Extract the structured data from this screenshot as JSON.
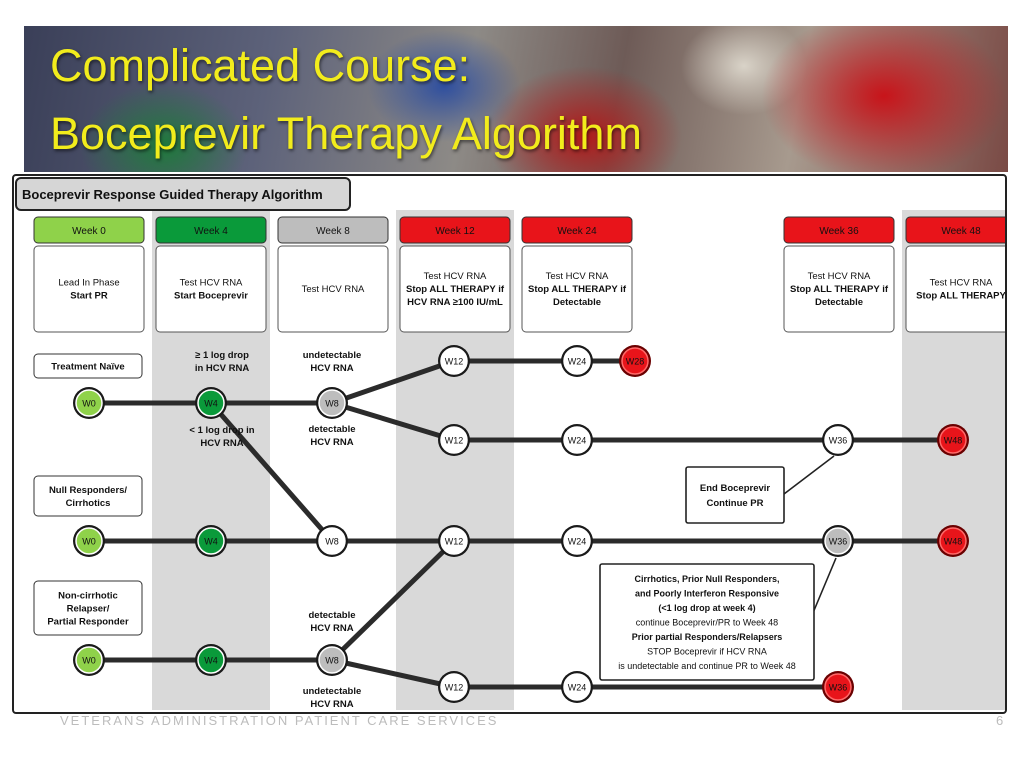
{
  "slide": {
    "title_line1": "Complicated Course:",
    "title_line2": "Boceprevir Therapy Algorithm",
    "footer_text": "VETERANS ADMINISTRATION PATIENT CARE SERVICES",
    "page_number": "6"
  },
  "colors": {
    "title": "#f2ec1c",
    "light_green": "#8fd24a",
    "dark_green": "#0a9a3a",
    "gray": "#bdbdbd",
    "red": "#e8141a",
    "column_shade": "#d9d9d9"
  },
  "diagram": {
    "heading": "Boceprevir Response Guided Therapy Algorithm",
    "weeks": [
      {
        "label": "Week 0",
        "color": "light_green",
        "lines": [
          {
            "t": "Lead In Phase",
            "b": false
          },
          {
            "t": "Start PR",
            "b": true
          }
        ]
      },
      {
        "label": "Week 4",
        "color": "dark_green",
        "lines": [
          {
            "t": "Test HCV RNA",
            "b": false
          },
          {
            "t": "Start Boceprevir",
            "b": true
          }
        ]
      },
      {
        "label": "Week 8",
        "color": "gray",
        "lines": [
          {
            "t": "Test HCV RNA",
            "b": false
          }
        ]
      },
      {
        "label": "Week 12",
        "color": "red",
        "lines": [
          {
            "t": "Test HCV RNA",
            "b": false
          },
          {
            "t": "Stop ALL THERAPY if",
            "b": true
          },
          {
            "t": "HCV RNA ≥100 IU/mL",
            "b": true
          }
        ]
      },
      {
        "label": "Week 24",
        "color": "red",
        "lines": [
          {
            "t": "Test HCV RNA",
            "b": false
          },
          {
            "t": "Stop ALL THERAPY if",
            "b": true
          },
          {
            "t": "Detectable",
            "b": true
          }
        ]
      },
      {
        "label": "Week 36",
        "color": "red",
        "lines": [
          {
            "t": "Test HCV RNA",
            "b": false
          },
          {
            "t": "Stop ALL THERAPY if",
            "b": true
          },
          {
            "t": "Detectable",
            "b": true
          }
        ]
      },
      {
        "label": "Week 48",
        "color": "red",
        "lines": [
          {
            "t": "Test HCV RNA",
            "b": false
          },
          {
            "t": "Stop ALL THERAPY",
            "b": true
          }
        ]
      }
    ],
    "groups": [
      {
        "lines": [
          "Treatment Naïve"
        ]
      },
      {
        "lines": [
          "Null Responders/",
          "Cirrhotics"
        ]
      },
      {
        "lines": [
          "Non-cirrhotic",
          "Relapser/",
          "Partial Responder"
        ]
      }
    ],
    "nodes": [
      {
        "id": "n1_w0",
        "label": "W0",
        "fill": "light_green"
      },
      {
        "id": "n1_w4",
        "label": "W4",
        "fill": "dark_green"
      },
      {
        "id": "n1_w8",
        "label": "W8",
        "fill": "gray"
      },
      {
        "id": "n1a_w12",
        "label": "W12",
        "fill": "white"
      },
      {
        "id": "n1a_w24",
        "label": "W24",
        "fill": "white"
      },
      {
        "id": "n1a_w28",
        "label": "W28",
        "fill": "red"
      },
      {
        "id": "n1b_w12",
        "label": "W12",
        "fill": "white"
      },
      {
        "id": "n1b_w24",
        "label": "W24",
        "fill": "white"
      },
      {
        "id": "n1b_w36",
        "label": "W36",
        "fill": "white"
      },
      {
        "id": "n1b_w48",
        "label": "W48",
        "fill": "red"
      },
      {
        "id": "n2_w0",
        "label": "W0",
        "fill": "light_green"
      },
      {
        "id": "n2_w4",
        "label": "W4",
        "fill": "dark_green"
      },
      {
        "id": "n2_w8",
        "label": "W8",
        "fill": "white"
      },
      {
        "id": "n2_w12",
        "label": "W12",
        "fill": "white"
      },
      {
        "id": "n2_w24",
        "label": "W24",
        "fill": "white"
      },
      {
        "id": "n2_w36",
        "label": "W36",
        "fill": "gray"
      },
      {
        "id": "n2_w48",
        "label": "W48",
        "fill": "red"
      },
      {
        "id": "n3_w0",
        "label": "W0",
        "fill": "light_green"
      },
      {
        "id": "n3_w4",
        "label": "W4",
        "fill": "dark_green"
      },
      {
        "id": "n3_w8",
        "label": "W8",
        "fill": "gray"
      },
      {
        "id": "n3_w12",
        "label": "W12",
        "fill": "white"
      },
      {
        "id": "n3_w24",
        "label": "W24",
        "fill": "white"
      },
      {
        "id": "n3_w36",
        "label": "W36",
        "fill": "red"
      }
    ],
    "edge_labels": [
      {
        "id": "lbl_drop_ge1",
        "lines": [
          "≥ 1 log drop",
          "in HCV RNA"
        ]
      },
      {
        "id": "lbl_drop_lt1",
        "lines": [
          "< 1 log drop in",
          "HCV RNA"
        ]
      },
      {
        "id": "lbl_undet_top",
        "lines": [
          "undetectable",
          "HCV RNA"
        ]
      },
      {
        "id": "lbl_det_top",
        "lines": [
          "detectable",
          "HCV RNA"
        ]
      },
      {
        "id": "lbl_det_bottom",
        "lines": [
          "detectable",
          "HCV RNA"
        ]
      },
      {
        "id": "lbl_undet_bottom",
        "lines": [
          "undetectable",
          "HCV RNA"
        ]
      }
    ],
    "callouts": [
      {
        "id": "end_boceprevir",
        "lines": [
          {
            "t": "End Boceprevir",
            "b": true
          },
          {
            "t": "Continue PR",
            "b": true
          }
        ]
      },
      {
        "id": "cirrhotics_note",
        "lines": [
          {
            "t": "Cirrhotics, Prior Null Responders,",
            "b": true
          },
          {
            "t": "and Poorly Interferon Responsive",
            "b": true
          },
          {
            "t": "(<1 log drop at week 4)",
            "b": true
          },
          {
            "t": "continue Boceprevir/PR to Week 48",
            "b": false
          },
          {
            "t": "Prior partial Responders/Relapsers",
            "b": true
          },
          {
            "t": "STOP Boceprevir if HCV RNA",
            "b": false
          },
          {
            "t": "is undetectable and continue PR to Week 48",
            "b": false
          }
        ]
      }
    ]
  }
}
